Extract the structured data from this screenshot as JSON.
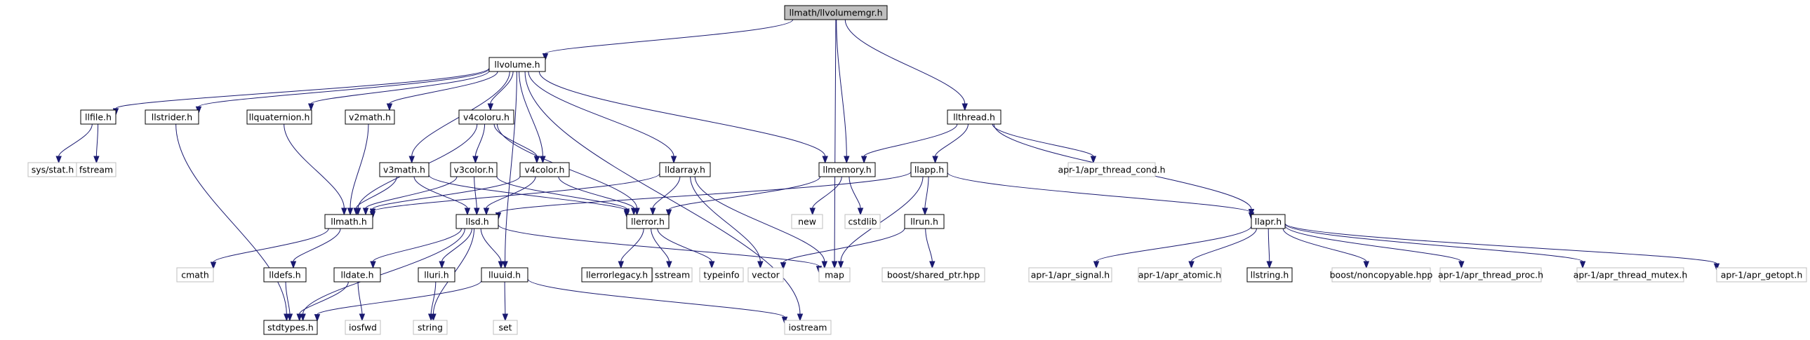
{
  "graph": {
    "edge_color": "#191970",
    "root_fill": "#bfbfbf",
    "sys_border": "#bfbfbf",
    "nodes": {
      "root": {
        "label": "llmath/llvolumemgr.h",
        "kind": "root"
      },
      "llvolume": {
        "label": "llvolume.h",
        "kind": "doc"
      },
      "llthread": {
        "label": "llthread.h",
        "kind": "doc"
      },
      "llfile": {
        "label": "llfile.h",
        "kind": "doc"
      },
      "llstrider": {
        "label": "llstrider.h",
        "kind": "doc"
      },
      "llquaternion": {
        "label": "llquaternion.h",
        "kind": "doc"
      },
      "v2math": {
        "label": "v2math.h",
        "kind": "doc"
      },
      "v4coloru": {
        "label": "v4coloru.h",
        "kind": "doc"
      },
      "sysstat": {
        "label": "sys/stat.h",
        "kind": "sys"
      },
      "fstream": {
        "label": "fstream",
        "kind": "sys"
      },
      "v3math": {
        "label": "v3math.h",
        "kind": "doc"
      },
      "v3color": {
        "label": "v3color.h",
        "kind": "doc"
      },
      "v4color": {
        "label": "v4color.h",
        "kind": "doc"
      },
      "lldarray": {
        "label": "lldarray.h",
        "kind": "doc"
      },
      "llmemory": {
        "label": "llmemory.h",
        "kind": "doc"
      },
      "llapp": {
        "label": "llapp.h",
        "kind": "doc"
      },
      "aprcond": {
        "label": "apr-1/apr_thread_cond.h",
        "kind": "sys"
      },
      "llmath": {
        "label": "llmath.h",
        "kind": "doc"
      },
      "llsd": {
        "label": "llsd.h",
        "kind": "doc"
      },
      "llerror": {
        "label": "llerror.h",
        "kind": "doc"
      },
      "new": {
        "label": "new",
        "kind": "sys"
      },
      "cstdlib": {
        "label": "cstdlib",
        "kind": "sys"
      },
      "llrun": {
        "label": "llrun.h",
        "kind": "doc"
      },
      "llapr": {
        "label": "llapr.h",
        "kind": "doc"
      },
      "cmath": {
        "label": "cmath",
        "kind": "sys"
      },
      "lldefs": {
        "label": "lldefs.h",
        "kind": "doc"
      },
      "lldate": {
        "label": "lldate.h",
        "kind": "doc"
      },
      "lluri": {
        "label": "lluri.h",
        "kind": "doc"
      },
      "lluuid": {
        "label": "lluuid.h",
        "kind": "doc"
      },
      "llerrorlegacy": {
        "label": "llerrorlegacy.h",
        "kind": "doc"
      },
      "sstream": {
        "label": "sstream",
        "kind": "sys"
      },
      "typeinfo": {
        "label": "typeinfo",
        "kind": "sys"
      },
      "vector": {
        "label": "vector",
        "kind": "sys"
      },
      "map": {
        "label": "map",
        "kind": "sys"
      },
      "boostshared": {
        "label": "boost/shared_ptr.hpp",
        "kind": "sys"
      },
      "aprsignal": {
        "label": "apr-1/apr_signal.h",
        "kind": "sys"
      },
      "apratomic": {
        "label": "apr-1/apr_atomic.h",
        "kind": "sys"
      },
      "llstring": {
        "label": "llstring.h",
        "kind": "doc"
      },
      "boostnoncopy": {
        "label": "boost/noncopyable.hpp",
        "kind": "sys"
      },
      "aprproc": {
        "label": "apr-1/apr_thread_proc.h",
        "kind": "sys"
      },
      "aprmutex": {
        "label": "apr-1/apr_thread_mutex.h",
        "kind": "sys"
      },
      "aprgetopt": {
        "label": "apr-1/apr_getopt.h",
        "kind": "sys"
      },
      "stdtypes": {
        "label": "stdtypes.h",
        "kind": "doc"
      },
      "iosfwd": {
        "label": "iosfwd",
        "kind": "sys"
      },
      "string": {
        "label": "string",
        "kind": "sys"
      },
      "set": {
        "label": "set",
        "kind": "sys"
      },
      "iostream": {
        "label": "iostream",
        "kind": "sys"
      }
    },
    "edges": [
      [
        "root",
        "llvolume"
      ],
      [
        "root",
        "llthread"
      ],
      [
        "root",
        "llmemory"
      ],
      [
        "root",
        "map"
      ],
      [
        "llvolume",
        "llfile"
      ],
      [
        "llvolume",
        "llstrider"
      ],
      [
        "llvolume",
        "llquaternion"
      ],
      [
        "llvolume",
        "v2math"
      ],
      [
        "llvolume",
        "v4coloru"
      ],
      [
        "llvolume",
        "v3math"
      ],
      [
        "llvolume",
        "v4color"
      ],
      [
        "llvolume",
        "lldarray"
      ],
      [
        "llvolume",
        "llmemory"
      ],
      [
        "llvolume",
        "lluuid"
      ],
      [
        "llvolume",
        "iostream"
      ],
      [
        "llfile",
        "sysstat"
      ],
      [
        "llfile",
        "fstream"
      ],
      [
        "llstrider",
        "stdtypes"
      ],
      [
        "llquaternion",
        "llmath"
      ],
      [
        "v2math",
        "llmath"
      ],
      [
        "v4coloru",
        "llmath"
      ],
      [
        "v4coloru",
        "v3color"
      ],
      [
        "v4coloru",
        "v4color"
      ],
      [
        "v4coloru",
        "llerror"
      ],
      [
        "v3math",
        "llmath"
      ],
      [
        "v3math",
        "llsd"
      ],
      [
        "v3math",
        "llerror"
      ],
      [
        "v3color",
        "llmath"
      ],
      [
        "v3color",
        "llsd"
      ],
      [
        "v3color",
        "llerror"
      ],
      [
        "v4color",
        "llmath"
      ],
      [
        "v4color",
        "llsd"
      ],
      [
        "v4color",
        "llerror"
      ],
      [
        "lldarray",
        "llmath"
      ],
      [
        "lldarray",
        "llerror"
      ],
      [
        "lldarray",
        "vector"
      ],
      [
        "lldarray",
        "map"
      ],
      [
        "llmemory",
        "llerror"
      ],
      [
        "llmemory",
        "new"
      ],
      [
        "llmemory",
        "cstdlib"
      ],
      [
        "llthread",
        "llmemory"
      ],
      [
        "llthread",
        "llapp"
      ],
      [
        "llthread",
        "aprcond"
      ],
      [
        "llthread",
        "llapr"
      ],
      [
        "llapp",
        "llsd"
      ],
      [
        "llapp",
        "llrun"
      ],
      [
        "llapp",
        "llapr"
      ],
      [
        "llapp",
        "map"
      ],
      [
        "llrun",
        "vector"
      ],
      [
        "llrun",
        "boostshared"
      ],
      [
        "llmath",
        "cmath"
      ],
      [
        "llmath",
        "lldefs"
      ],
      [
        "lldefs",
        "stdtypes"
      ],
      [
        "llsd",
        "lldate"
      ],
      [
        "llsd",
        "lluri"
      ],
      [
        "llsd",
        "lluuid"
      ],
      [
        "llsd",
        "stdtypes"
      ],
      [
        "llsd",
        "string"
      ],
      [
        "llsd",
        "map"
      ],
      [
        "llerror",
        "llerrorlegacy"
      ],
      [
        "llerror",
        "sstream"
      ],
      [
        "llerror",
        "typeinfo"
      ],
      [
        "lldate",
        "stdtypes"
      ],
      [
        "lldate",
        "iosfwd"
      ],
      [
        "lluri",
        "string"
      ],
      [
        "lluuid",
        "stdtypes"
      ],
      [
        "lluuid",
        "set"
      ],
      [
        "lluuid",
        "iostream"
      ],
      [
        "llapr",
        "aprsignal"
      ],
      [
        "llapr",
        "apratomic"
      ],
      [
        "llapr",
        "llstring"
      ],
      [
        "llapr",
        "boostnoncopy"
      ],
      [
        "llapr",
        "aprproc"
      ],
      [
        "llapr",
        "aprmutex"
      ],
      [
        "llapr",
        "aprgetopt"
      ]
    ]
  }
}
